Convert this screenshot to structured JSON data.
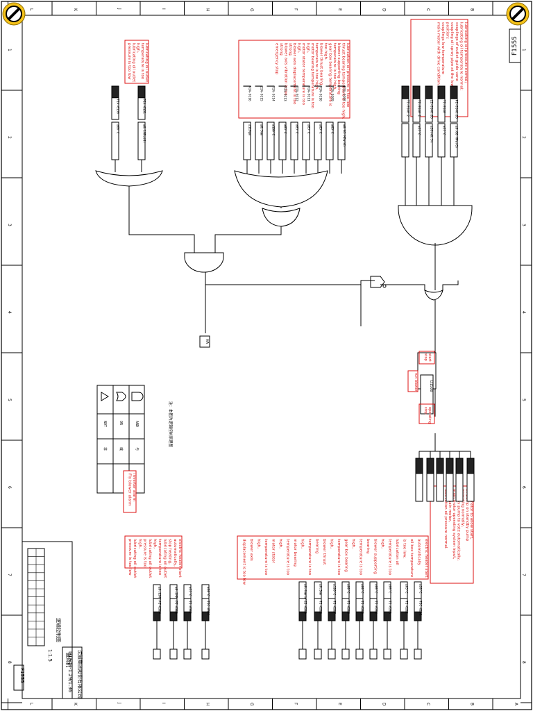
{
  "drawing": {
    "number_top": "F1555",
    "number_bottom": "F1555",
    "title_block": {
      "line1": "D1500-1.29/1.36",
      "line2": "逻辑控制图",
      "line3": "沈鼓集团股份有限公司",
      "line4": "鼓风机",
      "scale": "1:1.5"
    }
  },
  "grid": {
    "rows": [
      "A",
      "B",
      "C",
      "D",
      "E",
      "F",
      "G",
      "H",
      "I",
      "J",
      "K",
      "L"
    ],
    "cols": [
      "1",
      "2",
      "3",
      "4",
      "5",
      "6",
      "7",
      "8"
    ]
  },
  "annotations": {
    "top_right": [
      "lubricating oil pressure normal;",
      "lubricating oil temperature normal;",
      "couplings of outlet guide vane",
      "coupling oil spray pipe at the lowest speed",
      "position;",
      "couplings low temperature",
      "main motor with drive condition."
    ],
    "top_middle": [
      "lubrication oil pressure is too low",
      "thrust bearing temperature is too high.",
      "blower supporting bearing",
      "temperature is too high,",
      "gear box bearing temperature is",
      "too high.",
      "blower thrust bearing",
      "temperature is too high,",
      "motor bearing temperature is too",
      "high,",
      "motor stator temperature is too",
      "high,",
      "blower axis displacement is too",
      "strong.",
      "blower axis vibration is too",
      "strong",
      "emergency stop"
    ],
    "top_left": [
      "lubricating oil outlet",
      "temperature is too",
      "high,",
      "lubricating oil outlet",
      "pressure is too low"
    ],
    "mid_right": [
      "main motor to allow start,",
      "oil pump on standby pump",
      "operating normally,",
      "standby pump to vote automatically,",
      "main motor operating system input,",
      "stop main motor,",
      "lubrication oil pressure normal."
    ],
    "mid_left": [
      "inverter alarm",
      "Fly blower alarm"
    ],
    "bottom_right": [
      "electric heater start",
      "automatically",
      "oil box temperature",
      "is too low,",
      "lubrication oil",
      "temperature is too",
      "high,",
      "blower supporting",
      "bearing",
      "temperature is too",
      "high,",
      "gear box bearing",
      "temperature is too",
      "high,",
      "blower thrust",
      "bearing",
      "temperature is too",
      "high,",
      "motor bearing",
      "temperature is too",
      "high,",
      "motor stator",
      "temperature is too",
      "high,",
      "blower axis",
      "displacement is too low"
    ],
    "bottom_left": [
      "electric heater start",
      "automatically,",
      "stop heating,",
      "lubricating oil outlet",
      "temperature is too",
      "high,",
      "lubricating oil outlet",
      "pressure is too",
      "high,",
      "lubricating oil outlet",
      "pressure is too low"
    ],
    "center_boxes": [
      "start",
      "stop",
      "operating",
      "stop",
      "run blower"
    ]
  },
  "signals": {
    "top_right_tags": [
      "PI-0140.05",
      "TI-0140",
      "ZI-0140.05",
      "TI-0140.1",
      "TI-0140.2"
    ],
    "top_right_vals": [
      "≥0.08 MPa(G)",
      "≥25°C",
      "≥20%+0.5%",
      "≥25°C",
      ""
    ],
    "top_middle_tags": [
      "PIA-0108",
      "TIA-0109",
      "TIA-0110",
      "TIA-0111",
      "TIA-0112",
      "TIA-0113",
      "TIA-0114",
      "ZIA-0115",
      "VIA-0116"
    ],
    "top_middle_vals": [
      "≤0.05 MPa(G)",
      "≥85°C",
      "≥85°C",
      "≥85°C",
      "≥85°C",
      "≥85°C",
      "≥130°C",
      "≥0.5mm",
      "≥110μm"
    ],
    "top_left_tags": [
      "TIA-0150",
      "PIA-0151"
    ],
    "top_left_vals": [
      "≥60°C",
      "≤0.1MPa(G)"
    ],
    "bottom_right_tags": [
      "TIC-0201",
      "TI-0202",
      "TI-0203",
      "TI-0204",
      "TI-0205",
      "TI-0206",
      "TI-0207",
      "TI-0208",
      "ZI-0209"
    ],
    "bottom_right_vals": [
      "≤20°C",
      "≥65°C",
      "≥80°C",
      "≥80°C",
      "≥80°C",
      "≥80°C",
      "≥120°C",
      "≥0.3mm",
      "≥0.4mm(±)"
    ],
    "bottom_left_tags": [
      "TIC-0301",
      "TI-0302",
      "PI-0303",
      "PI-0304"
    ],
    "bottom_left_vals": [
      "≥30°C",
      "≥55°C",
      "≥0.2MPa(G)",
      "≤0.15MPa(G)"
    ],
    "output_tag": "HA",
    "motor_block": "D1500",
    "legend_col1": [
      "AND",
      "OR",
      "NOT"
    ],
    "legend_col2": [
      "与",
      "或",
      "非"
    ],
    "legend_note": "注：本图为逻辑控制原理图"
  }
}
